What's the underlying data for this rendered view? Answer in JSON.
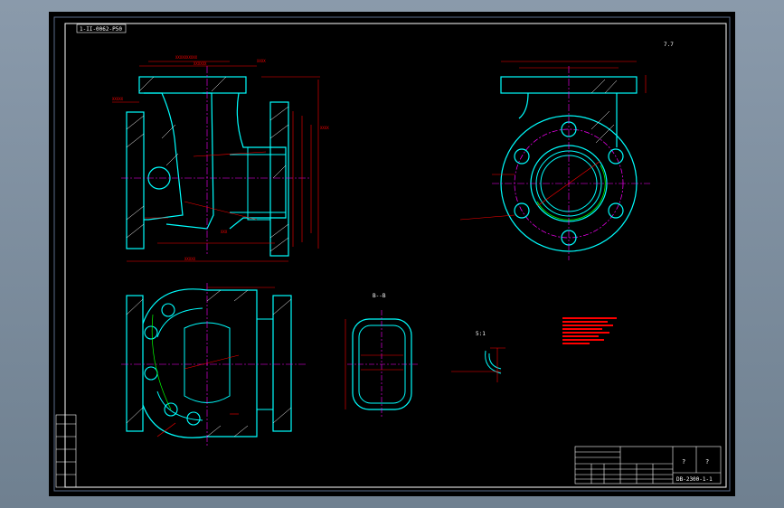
{
  "drawing": {
    "top_left_label": "1-II-0062-P50",
    "top_right_mark": "7.7",
    "section_label": "B--B",
    "detail_label": "5:1",
    "title_block": {
      "q1": "?",
      "q2": "?",
      "drawing_number": "DB-2300-1-1"
    }
  },
  "colors": {
    "background": "#000000",
    "frame": "#ffffff",
    "part_outline": "#00ffff",
    "dimension": "#ff0000",
    "center_line": "#ff00ff",
    "hatch": "#ffffff",
    "thread": "#00ff00"
  }
}
